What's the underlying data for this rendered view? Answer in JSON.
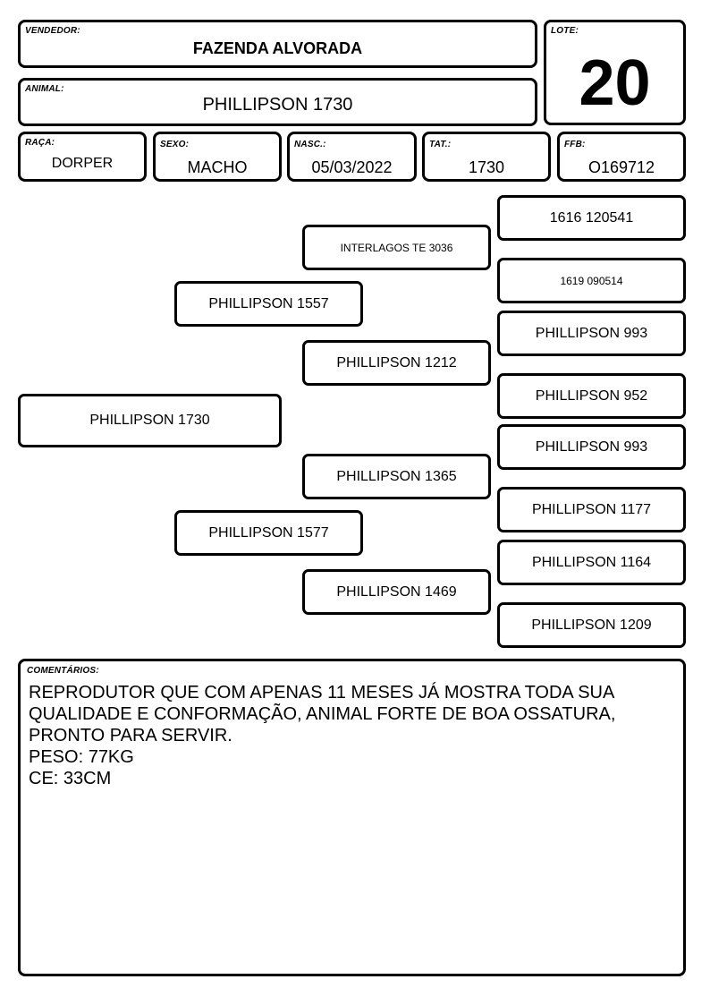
{
  "header": {
    "vendedor_label": "VENDEDOR:",
    "vendedor": "FAZENDA ALVORADA",
    "lote_label": "LOTE:",
    "lote": "20",
    "animal_label": "ANIMAL:",
    "animal": "PHILLIPSON 1730"
  },
  "info": {
    "raca_label": "RAÇA:",
    "raca": "DORPER",
    "sexo_label": "SEXO:",
    "sexo": "MACHO",
    "nasc_label": "NASC.:",
    "nasc": "05/03/2022",
    "tat_label": "TAT.:",
    "tat": "1730",
    "ffb_label": "FFB:",
    "ffb": "O169712"
  },
  "pedigree": {
    "animal": "PHILLIPSON 1730",
    "sire": "PHILLIPSON 1557",
    "dam": "PHILLIPSON 1577",
    "sire_sire": "INTERLAGOS TE 3036",
    "sire_dam": "PHILLIPSON 1212",
    "dam_sire": "PHILLIPSON 1365",
    "dam_dam": "PHILLIPSON 1469",
    "gg": [
      "1616 120541",
      "1619 090514",
      "PHILLIPSON 993",
      "PHILLIPSON 952",
      "PHILLIPSON 993",
      "PHILLIPSON 1177",
      "PHILLIPSON 1164",
      "PHILLIPSON 1209"
    ]
  },
  "comments": {
    "label": "COMENTÁRIOS:",
    "text": "REPRODUTOR QUE COM APENAS 11 MESES JÁ MOSTRA TODA SUA QUALIDADE E CONFORMAÇÃO, ANIMAL FORTE DE BOA OSSATURA, PRONTO PARA SERVIR.\nPESO: 77KG\nCE: 33CM"
  }
}
